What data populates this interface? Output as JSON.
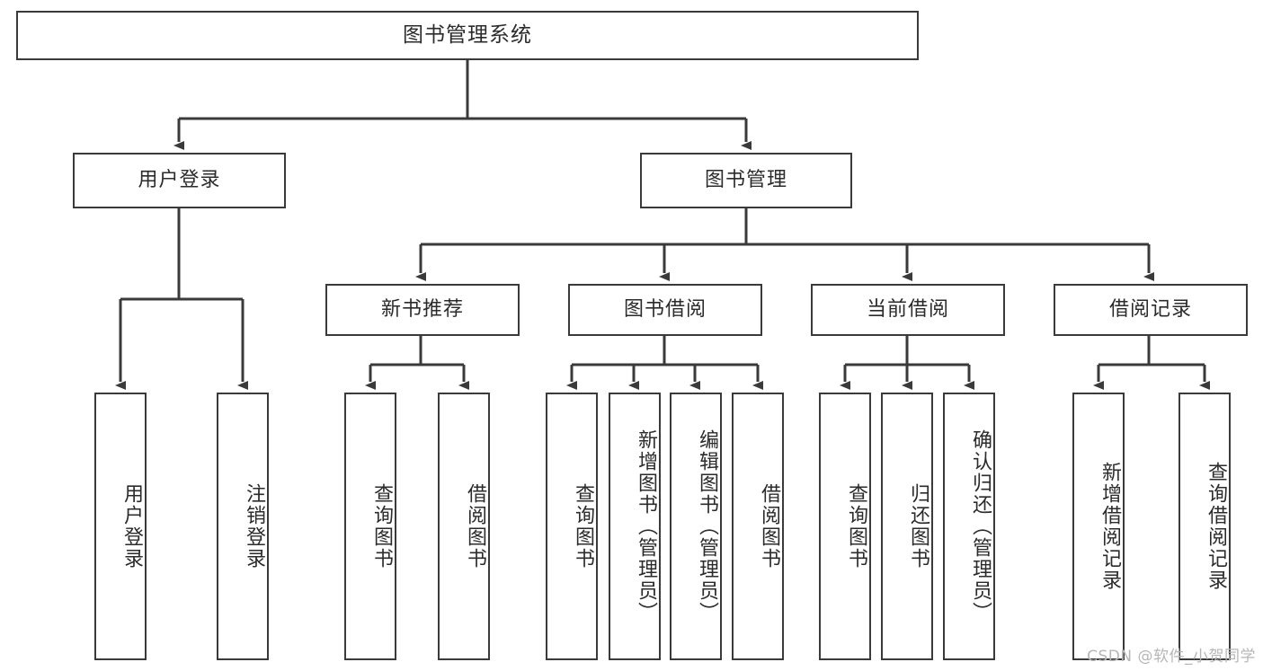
{
  "diagram": {
    "title": "图书管理系统",
    "type": "tree",
    "orientation": "top-down",
    "watermark": "CSDN @软件_小贺同学",
    "colors": {
      "box_border": "#3a3a3a",
      "box_fill": "#ffffff",
      "edge": "#3a3a3a",
      "text": "#2b2b2b",
      "watermark": "#b6b6b6",
      "background": "#ffffff"
    },
    "nodes": {
      "root": {
        "label": "图书管理系统",
        "level": 1,
        "text_orientation": "horizontal"
      },
      "level2": [
        {
          "id": "user-login",
          "label": "用户登录",
          "text_orientation": "horizontal"
        },
        {
          "id": "book-management",
          "label": "图书管理",
          "text_orientation": "horizontal"
        }
      ],
      "level3": [
        {
          "id": "new-book-recommend",
          "label": "新书推荐",
          "text_orientation": "horizontal",
          "parent": "book-management"
        },
        {
          "id": "book-borrow",
          "label": "图书借阅",
          "text_orientation": "horizontal",
          "parent": "book-management"
        },
        {
          "id": "current-borrow",
          "label": "当前借阅",
          "text_orientation": "horizontal",
          "parent": "book-management"
        },
        {
          "id": "borrow-record",
          "label": "借阅记录",
          "text_orientation": "horizontal",
          "parent": "book-management"
        }
      ],
      "leaves": [
        {
          "id": "leaf-user-login",
          "label": "用户登录",
          "parent": "user-login",
          "text_orientation": "vertical"
        },
        {
          "id": "leaf-user-logout",
          "label": "注销登录",
          "parent": "user-login",
          "text_orientation": "vertical"
        },
        {
          "id": "leaf-query-book-1",
          "label": "查询图书",
          "parent": "new-book-recommend",
          "text_orientation": "vertical"
        },
        {
          "id": "leaf-borrow-book-1",
          "label": "借阅图书",
          "parent": "new-book-recommend",
          "text_orientation": "vertical"
        },
        {
          "id": "leaf-query-book-2",
          "label": "查询图书",
          "parent": "book-borrow",
          "text_orientation": "vertical"
        },
        {
          "id": "leaf-add-book",
          "label": "新增图书（管理员）",
          "parent": "book-borrow",
          "text_orientation": "vertical"
        },
        {
          "id": "leaf-edit-book",
          "label": "编辑图书（管理员）",
          "parent": "book-borrow",
          "text_orientation": "vertical"
        },
        {
          "id": "leaf-borrow-book-2",
          "label": "借阅图书",
          "parent": "book-borrow",
          "text_orientation": "vertical"
        },
        {
          "id": "leaf-query-book-3",
          "label": "查询图书",
          "parent": "current-borrow",
          "text_orientation": "vertical"
        },
        {
          "id": "leaf-return-book",
          "label": "归还图书",
          "parent": "current-borrow",
          "text_orientation": "vertical"
        },
        {
          "id": "leaf-confirm-return",
          "label": "确认归还（管理员）",
          "parent": "current-borrow",
          "text_orientation": "vertical"
        },
        {
          "id": "leaf-add-record",
          "label": "新增借阅记录",
          "parent": "borrow-record",
          "text_orientation": "vertical"
        },
        {
          "id": "leaf-query-record",
          "label": "查询借阅记录",
          "parent": "borrow-record",
          "text_orientation": "vertical"
        }
      ]
    }
  }
}
